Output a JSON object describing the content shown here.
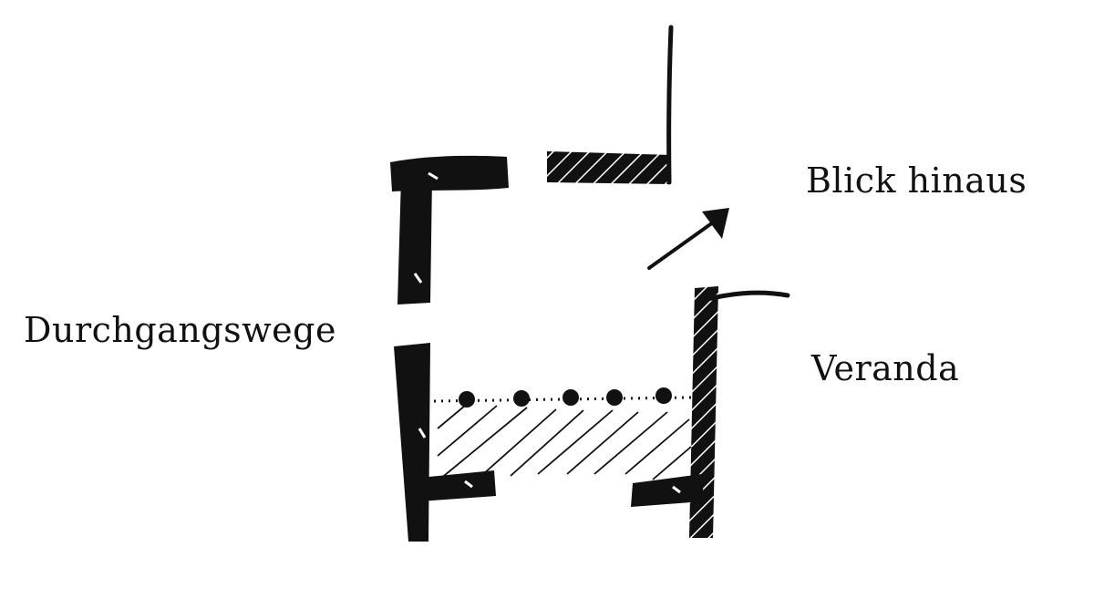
{
  "labels": {
    "view_out": "Blick hinaus",
    "passageways": "Durchgangswege",
    "veranda": "Veranda"
  },
  "colors": {
    "ink": "#111111",
    "paper": "#ffffff"
  }
}
